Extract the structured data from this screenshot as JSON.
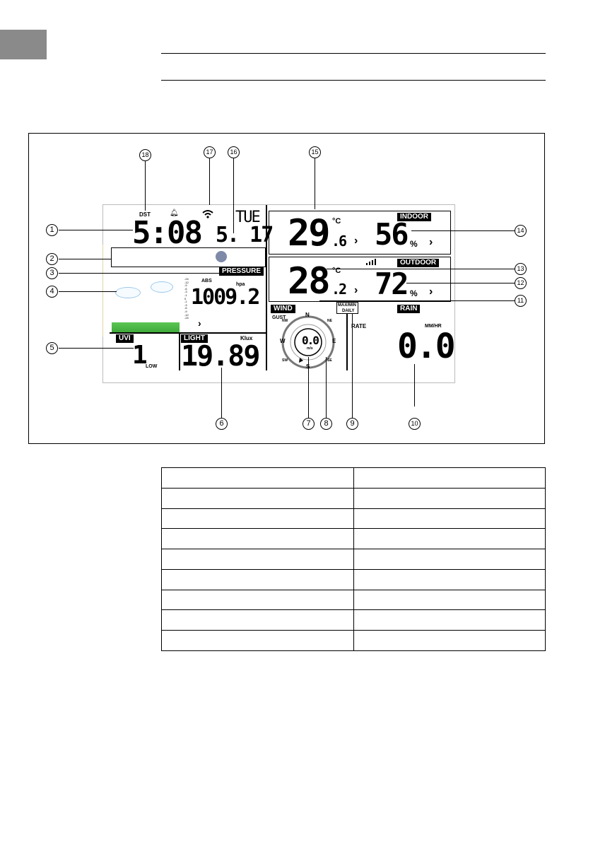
{
  "display": {
    "dst": "DST",
    "time": "5:08",
    "weekday": "TUE",
    "date": "5. 17",
    "pressure_label": "PRESSURE",
    "abs_label": "ABS",
    "hpa_label": "hpa",
    "pressure_value": "1009.2",
    "pressure_scale": [
      "-24",
      "-12",
      "-9",
      "-6",
      "-3",
      "-1",
      "0",
      "-1",
      "-3",
      "-6",
      "-9",
      "-12",
      "-24"
    ],
    "uvi_label": "UVI",
    "uvi_value": "1",
    "uvi_level": "LOW",
    "light_label": "LIGHT",
    "light_unit": "Klux",
    "light_value": "19.89",
    "indoor_label": "INDOOR",
    "indoor_temp_int": "29",
    "indoor_temp_dec": ".6",
    "indoor_temp_unit": "°C",
    "indoor_hum": "56",
    "indoor_hum_unit": "%",
    "outdoor_label": "OUTDOOR",
    "outdoor_temp_int": "28",
    "outdoor_temp_dec": ".2",
    "outdoor_temp_unit": "°C",
    "outdoor_hum": "72",
    "outdoor_hum_unit": "%",
    "wind_label": "WIND",
    "gust_label": "GUST",
    "wind_value": "0.0",
    "wind_unit": "m/s",
    "compass": {
      "n": "N",
      "ne": "NE",
      "e": "E",
      "se": "SE",
      "s": "S",
      "sw": "SW",
      "w": "W",
      "nw": "NW"
    },
    "maxmin_label": "MAX/MIN",
    "daily_label": "DAILY",
    "rate_label": "RATE",
    "rain_label": "RAIN",
    "rain_unit": "MM/HR",
    "rain_value": "0.0",
    "arrow": "›"
  },
  "callouts": [
    "1",
    "2",
    "3",
    "4",
    "5",
    "6",
    "7",
    "8",
    "9",
    "10",
    "11",
    "12",
    "13",
    "14",
    "15",
    "16",
    "17",
    "18"
  ],
  "table_rows": [
    [
      "",
      ""
    ],
    [
      "",
      ""
    ],
    [
      "",
      ""
    ],
    [
      "",
      ""
    ],
    [
      "",
      ""
    ],
    [
      "",
      ""
    ],
    [
      "",
      ""
    ],
    [
      "",
      ""
    ],
    [
      "",
      ""
    ]
  ],
  "colors": {
    "cloud_outline": "#9ac8ec",
    "grass": "#3fa93a",
    "moon": "#7e8aa8"
  }
}
